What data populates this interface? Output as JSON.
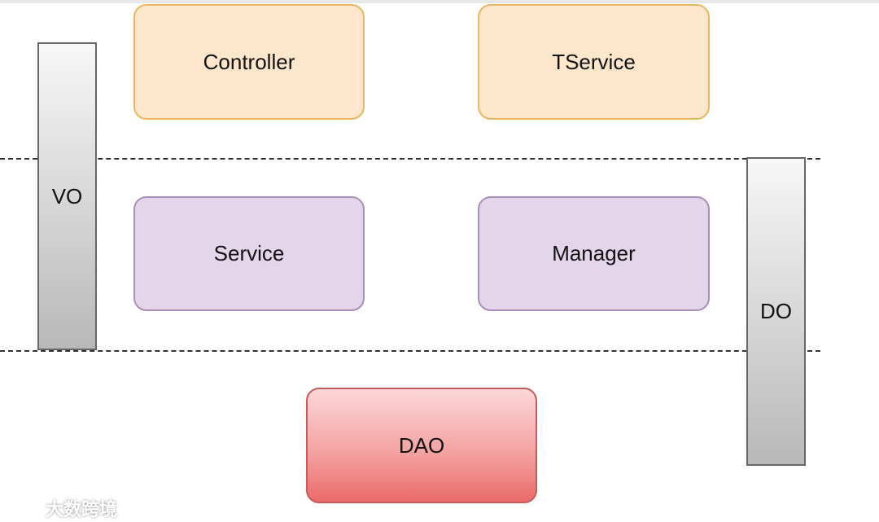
{
  "diagram": {
    "top_row": {
      "left_box": "Controller",
      "right_box": "TService"
    },
    "middle_row": {
      "left_box": "Service",
      "right_box": "Manager"
    },
    "bottom_row": {
      "center_box": "DAO"
    },
    "side_bars": {
      "left_bar": "VO",
      "right_bar": "DO"
    },
    "colors": {
      "top_fill": "#fde6cb",
      "top_border": "#e7b761",
      "middle_fill": "#e3d5ea",
      "middle_border": "#a88fb6",
      "bottom_fill": "#f5a3a3",
      "bottom_border": "#c85a5a",
      "bar_fill": "#d2d2d2"
    }
  },
  "watermark": {
    "text": "大数跨境",
    "icon": "watermark-logo-icon"
  }
}
